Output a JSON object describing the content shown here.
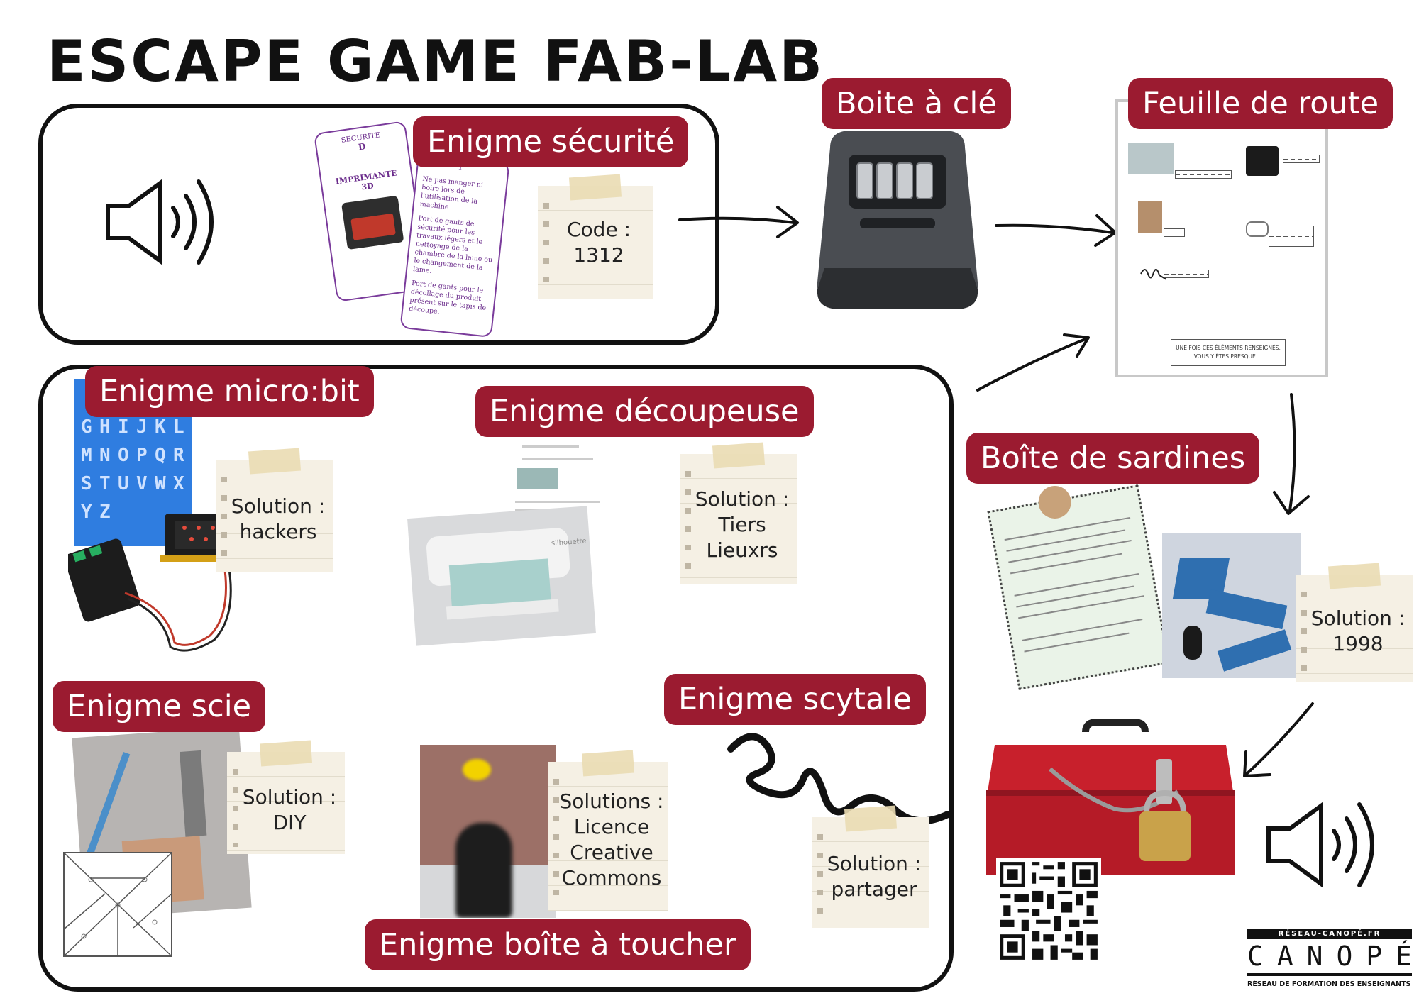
{
  "title": "ESCAPE GAME FAB-LAB",
  "colors": {
    "tag_bg": "#9b1b30",
    "tag_text": "#ffffff",
    "note_bg": "#f5f0e4",
    "line": "#111111"
  },
  "tags": {
    "securite": "Enigme sécurité",
    "boite_cle": "Boite à clé",
    "feuille": "Feuille de route",
    "microbit": "Enigme micro:bit",
    "decoupeuse": "Enigme découpeuse",
    "sardines": "Boîte de sardines",
    "scie": "Enigme scie",
    "scytale": "Enigme scytale",
    "toucher": "Enigme boîte à toucher"
  },
  "notes": {
    "securite": {
      "line1": "Code :",
      "line2": "1312"
    },
    "microbit": {
      "line1": "Solution :",
      "line2": "hackers"
    },
    "decoupeuse": {
      "line1": "Solution :",
      "line2": "Tiers",
      "line3": "Lieuxrs"
    },
    "sardines": {
      "line1": "Solution :",
      "line2": "1998"
    },
    "scie": {
      "line1": "Solution :",
      "line2": "DIY"
    },
    "toucher": {
      "line1": "Solutions :",
      "line2": "Licence",
      "line3": "Creative",
      "line4": "Commons"
    },
    "scytale": {
      "line1": "Solution :",
      "line2": "partager"
    }
  },
  "security_card": {
    "back_header": "SÉCURITÉ",
    "back_letter": "D",
    "back_title": "IMPRIMANTE 3D",
    "front_number": "1",
    "front_text1": "Ne pas manger ni boire lors de l'utilisation de la machine",
    "front_text2": "Port de gants de sécurité pour les travaux légers et le nettoyage de la chambre de la lame ou le changement de la lame.",
    "front_text3": "Port de gants pour le décollage du produit présent sur le tapis de découpe."
  },
  "microbit_letters": [
    "G",
    "H",
    "I",
    "J",
    "K",
    "L",
    "M",
    "N",
    "O",
    "P",
    "Q",
    "R",
    "S",
    "T",
    "U",
    "V",
    "W",
    "X",
    "Y",
    "Z"
  ],
  "feuille_footer": "UNE FOIS CES ÉLÉMENTS RENSEIGNÉS, VOUS Y ÊTES PRESQUE ...",
  "decoupeuse_brand": "silhouette",
  "canope": {
    "url": "RÉSEAU-CANOPÉ.FR",
    "letters": [
      "C",
      "A",
      "N",
      "O",
      "P",
      "É"
    ],
    "subtitle": "RÉSEAU DE FORMATION DES ENSEIGNANTS"
  },
  "icons": [
    "speaker-icon",
    "arrow-icon",
    "qr-code-icon",
    "scytale-squiggle-icon",
    "key-box-icon",
    "toolbox-icon"
  ]
}
